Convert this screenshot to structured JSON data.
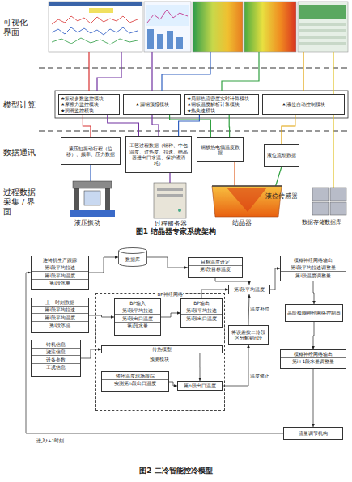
{
  "diagram": {
    "nodes": [
      {
        "text": [
          "★振动参数监控模块",
          "★摩擦力监控模块",
          "★润滑监控模块"
        ]
      },
      {
        "text": [
          "★漏钢预报模块"
        ]
      },
      {
        "text": [
          "★局部热流密度实时计算模块",
          "★铜板温度解析计算模块",
          "★热失速模块"
        ]
      },
      {
        "text": [
          "★液位自动控制模块"
        ]
      },
      {
        "text": [
          "液压缸振动行程（位移）、频率、压力数据"
        ]
      },
      {
        "text": [
          "工艺过程数据（钢种、中包温度、过热度、拉速、结晶器进出口水温、保护渣消耗）"
        ]
      },
      {
        "text": [
          "铜板热电偶温度数据"
        ]
      },
      {
        "text": [
          "液位流动数据"
        ]
      },
      {
        "text": [
          "连铸机生产跟踪",
          "第i段平均拉速",
          "第i段平均温度",
          "第i段水量"
        ]
      },
      {
        "text": [
          "数据库"
        ]
      },
      {
        "text": [
          "目标温度设定",
          "第i段目标温度"
        ]
      },
      {
        "text": [
          "上一时刻数据",
          "第i段平均拉速",
          "第i段平均温度",
          "第i段水流"
        ]
      },
      {
        "text": [
          "铸机信息",
          "浇注信息",
          "设备参数",
          "工况信息"
        ]
      },
      {
        "text": [
          "预测模块"
        ]
      },
      {
        "text": [
          "BP输入",
          "第i段平均拉速",
          "第i段出口温度",
          "第i段水量"
        ],
        "in": 13
      },
      {
        "text": [
          "BP输出",
          "第i段平均拉速",
          "第i段出口温度"
        ],
        "in": 13
      },
      {
        "text": [
          "传热模型"
        ],
        "in": 13
      },
      {
        "text": [
          "铸坯温度现场跟踪",
          "实测第n段出口温度"
        ],
        "in": 13
      },
      {
        "text": [
          "第n段出口温度"
        ],
        "in": 13
      },
      {
        "text": [
          "第i段平均温度"
        ]
      },
      {
        "text": [
          "将误差按二冷段区分解到n段"
        ]
      },
      {
        "text": [
          "模糊神经网络输出",
          "第i段平均拉速调整量",
          "第i段温度调整量"
        ]
      },
      {
        "text": [
          "高阶模糊神经网络控制器"
        ]
      },
      {
        "text": [
          "模糊神经网络输出",
          "第i+1段水量调整量"
        ]
      },
      {
        "text": [
          "流量调节机构"
        ]
      }
    ],
    "edges": [
      {
        "from": 4,
        "to": 0,
        "arrow": "none"
      },
      {
        "from": 5,
        "to": 0,
        "arrow": "none"
      },
      {
        "from": 5,
        "to": 1,
        "arrow": "none"
      },
      {
        "from": 5,
        "to": 2,
        "arrow": "none"
      },
      {
        "from": 6,
        "to": 1,
        "arrow": "none"
      },
      {
        "from": 6,
        "to": 2,
        "arrow": "none"
      },
      {
        "from": 7,
        "to": 3,
        "arrow": "none"
      },
      {
        "from": 8,
        "to": 9,
        "arrow": "to"
      },
      {
        "from": 9,
        "to": 10,
        "arrow": "to"
      },
      {
        "from": 11,
        "to": 14,
        "arrow": "to"
      },
      {
        "from": 14,
        "to": 15,
        "label": "BP神经网络",
        "arrow": "to"
      },
      {
        "from": 15,
        "to": 19,
        "arrow": "to"
      },
      {
        "from": 10,
        "to": 19,
        "arrow": "to"
      },
      {
        "from": 20,
        "to": 19,
        "label": "温度补偿",
        "arrow": "to"
      },
      {
        "from": 18,
        "to": 20,
        "label": "温度修正",
        "arrow": "to"
      },
      {
        "from": 17,
        "to": 18,
        "arrow": "to"
      },
      {
        "from": 12,
        "to": 16,
        "arrow": "to"
      },
      {
        "from": 16,
        "to": 18,
        "arrow": "to"
      },
      {
        "from": 19,
        "to": 21,
        "arrow": "to"
      },
      {
        "from": 21,
        "to": 22,
        "arrow": "to"
      },
      {
        "from": 22,
        "to": 23,
        "arrow": "to"
      },
      {
        "from": 23,
        "to": 24,
        "arrow": "to"
      },
      {
        "from": 24,
        "to": 8,
        "label": "进入t+1时刻",
        "arrow": "to"
      }
    ],
    "labels": [
      "可视化界面",
      "模型计算",
      "数据通讯",
      "过程数据采集 / 界面",
      "液压振动",
      "过程服务器",
      "结晶器",
      "液位传感器",
      "数据存储数据库",
      "图1 结晶器专家系统架构",
      "图2 二冷智能控冷模型"
    ]
  }
}
